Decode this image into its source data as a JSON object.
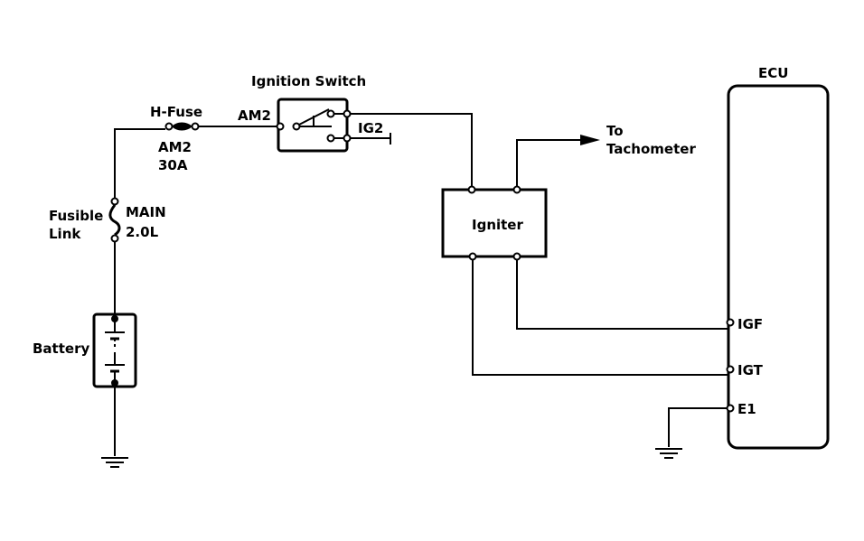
{
  "labels": {
    "ecu": "ECU",
    "ignition_switch": "Ignition Switch",
    "h_fuse": "H-Fuse",
    "am2_switch": "AM2",
    "ig2": "IG2",
    "am2_fuse": "AM2",
    "fuse_rating": "30A",
    "to": "To",
    "tachometer": "Tachometer",
    "igniter": "Igniter",
    "fusible": "Fusible",
    "link": "Link",
    "main": "MAIN",
    "main_rating": "2.0L",
    "battery": "Battery",
    "igf": "IGF",
    "igt": "IGT",
    "e1": "E1"
  }
}
